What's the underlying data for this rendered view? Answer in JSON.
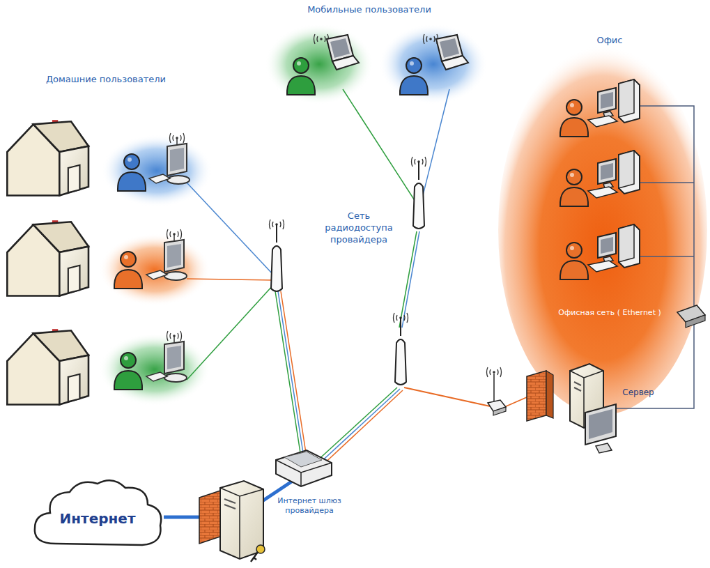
{
  "diagram": {
    "nodes": [
      {
        "text": [
          "Интернет"
        ]
      },
      {
        "text": [
          "Офисная сеть ( Ethernet )"
        ]
      }
    ],
    "labels": [
      "Мобильные пользователи",
      "Офис",
      "Домашние пользователи",
      "Сеть радиодоступа провайдера",
      "Сервер",
      "Интернет шлюз провайдера"
    ]
  }
}
